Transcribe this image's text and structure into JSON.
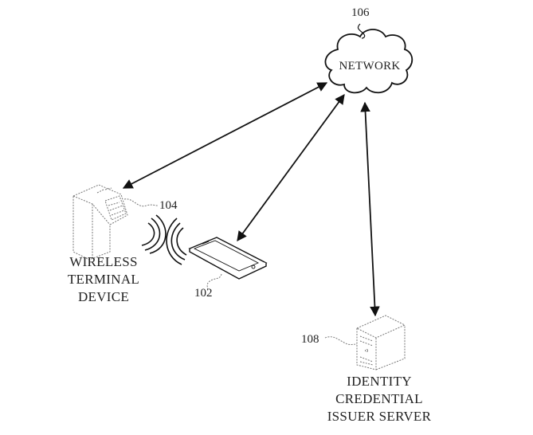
{
  "figure": {
    "type": "system-block-diagram",
    "stroke_color": "#111111",
    "background": "#ffffff"
  },
  "nodes": {
    "network": {
      "label": "NETWORK",
      "ref": "106"
    },
    "terminal": {
      "label_lines": [
        "WIRELESS",
        "TERMINAL",
        "DEVICE"
      ],
      "ref": "104"
    },
    "phone": {
      "ref": "102"
    },
    "server": {
      "label_lines": [
        "IDENTITY",
        "CREDENTIAL",
        "ISSUER SERVER"
      ],
      "ref": "108"
    }
  },
  "connections": [
    {
      "from": "terminal",
      "to": "network",
      "type": "bidirectional"
    },
    {
      "from": "phone",
      "to": "network",
      "type": "bidirectional"
    },
    {
      "from": "server",
      "to": "network",
      "type": "bidirectional"
    },
    {
      "from": "terminal",
      "to": "phone",
      "type": "wireless"
    }
  ]
}
